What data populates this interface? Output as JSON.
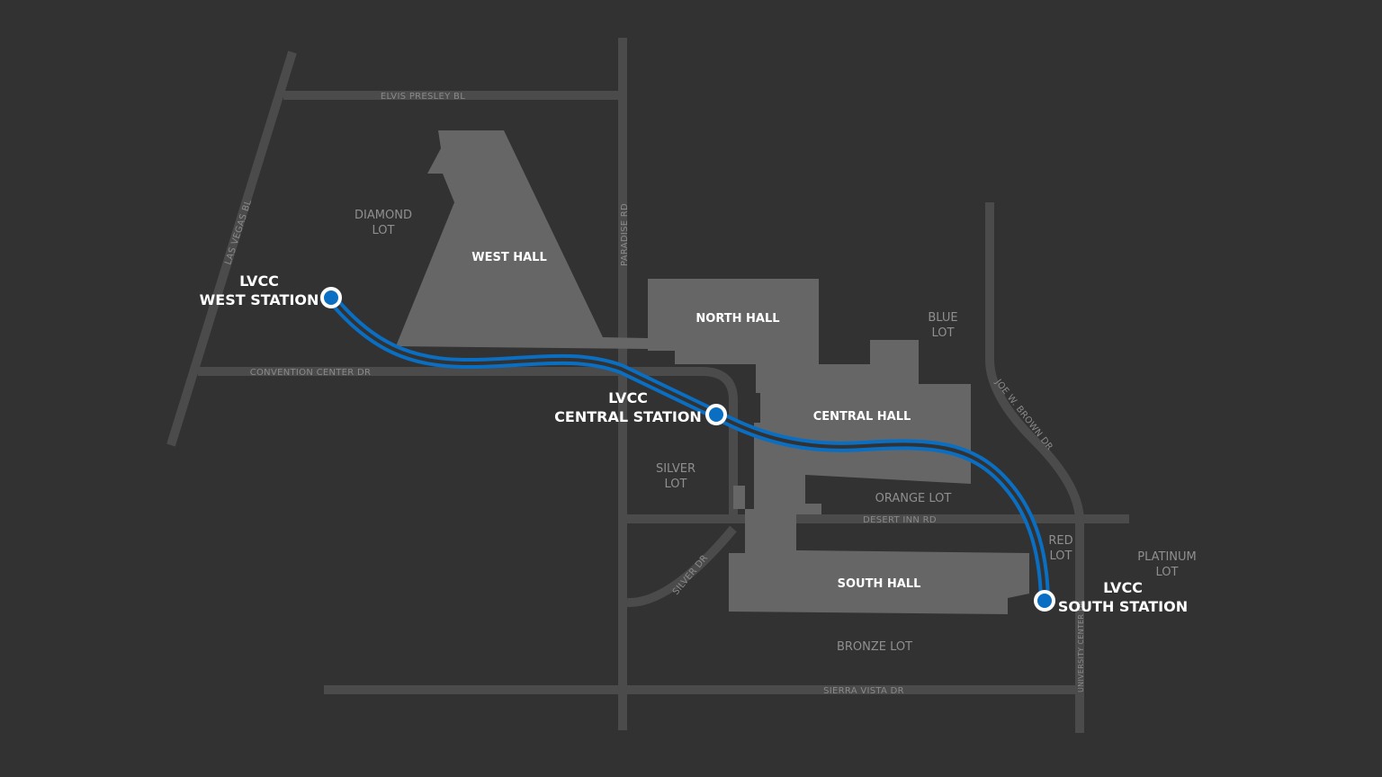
{
  "colors": {
    "background": "#323232",
    "road": "#4b4b4b",
    "building": "#666666",
    "route": "#0a6fc2",
    "station_ring": "#ffffff"
  },
  "roads": {
    "elvis_presley": "ELVIS PRESLEY BL",
    "las_vegas": "LAS VEGAS BL",
    "paradise": "PARADISE RD",
    "convention_center": "CONVENTION CENTER DR",
    "desert_inn": "DESERT INN RD",
    "silver": "SILVER DR",
    "sierra_vista": "SIERRA VISTA DR",
    "university_center": "UNIVERSITY CENTER DR",
    "joe_w_brown": "JOE W. BROWN DR"
  },
  "lots": {
    "diamond": [
      "DIAMOND",
      "LOT"
    ],
    "blue": [
      "BLUE",
      "LOT"
    ],
    "silver": [
      "SILVER",
      "LOT"
    ],
    "orange": "ORANGE LOT",
    "red": [
      "RED",
      "LOT"
    ],
    "platinum": [
      "PLATINUM",
      "LOT"
    ],
    "bronze": "BRONZE LOT"
  },
  "halls": {
    "west": "WEST HALL",
    "north": "NORTH HALL",
    "central": "CENTRAL HALL",
    "south": "SOUTH HALL"
  },
  "stations": {
    "west": [
      "LVCC",
      "WEST STATION"
    ],
    "central": [
      "LVCC",
      "CENTRAL STATION"
    ],
    "south": [
      "LVCC",
      "SOUTH STATION"
    ]
  }
}
